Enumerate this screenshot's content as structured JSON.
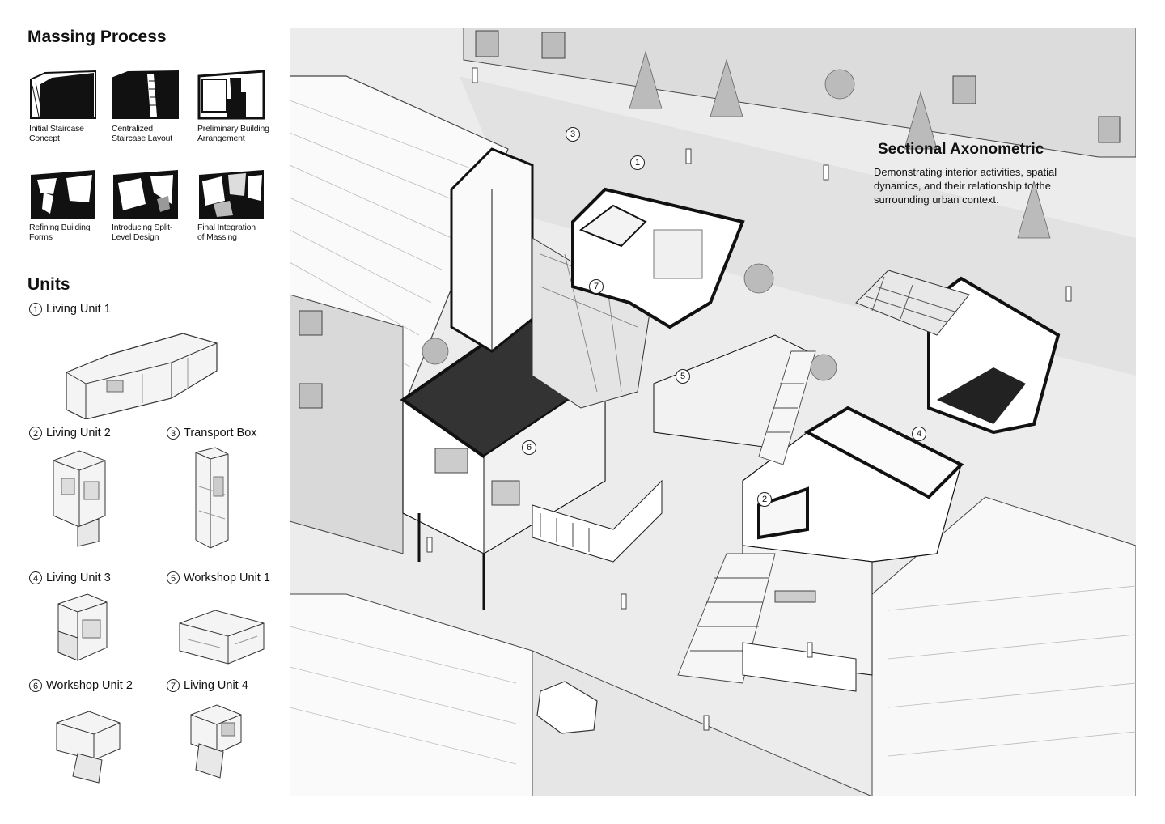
{
  "massing": {
    "title": "Massing Process",
    "steps": [
      {
        "label": "Initial Staircase\nConcept"
      },
      {
        "label": "Centralized\nStaircase Layout"
      },
      {
        "label": "Preliminary Building\nArrangement"
      },
      {
        "label": "Refining Building\nForms"
      },
      {
        "label": "Introducing Split-\nLevel Design"
      },
      {
        "label": "Final Integration\nof Massing"
      }
    ]
  },
  "units": {
    "title": "Units",
    "items": [
      {
        "num": "1",
        "label": "Living Unit 1"
      },
      {
        "num": "2",
        "label": "Living Unit 2"
      },
      {
        "num": "3",
        "label": "Transport Box"
      },
      {
        "num": "4",
        "label": "Living Unit 3"
      },
      {
        "num": "5",
        "label": "Workshop Unit 1"
      },
      {
        "num": "6",
        "label": "Workshop Unit 2"
      },
      {
        "num": "7",
        "label": "Living Unit 4"
      }
    ]
  },
  "axonometric": {
    "title": "Sectional Axonometric",
    "description": "Demonstrating interior activities, spatial dynamics, and their relationship to the surrounding urban context.",
    "callouts": [
      "1",
      "2",
      "3",
      "4",
      "5",
      "6",
      "7"
    ]
  }
}
